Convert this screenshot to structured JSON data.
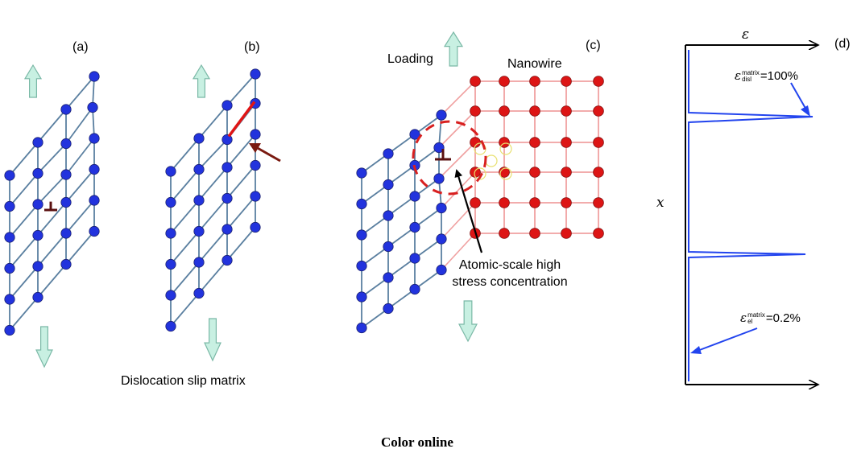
{
  "panels": {
    "a": {
      "label": "(a)"
    },
    "b": {
      "label": "(b)"
    },
    "c": {
      "label": "(c)"
    },
    "d": {
      "label": "(d)"
    }
  },
  "caption_ab": "Dislocation slip matrix",
  "panel_c": {
    "loading": "Loading",
    "nanowire": "Nanowire",
    "callout_line1": "Atomic-scale high",
    "callout_line2": "stress concentration"
  },
  "panel_d": {
    "x_axis_symbol": "ε",
    "y_axis_symbol": "x",
    "dislocation_strain": {
      "symbol": "ε",
      "sup": "matrix",
      "sub": "disl",
      "value": "=100%"
    },
    "elastic_strain": {
      "symbol": "ε",
      "sup": "matrix",
      "sub": "el",
      "value": "=0.2%"
    }
  },
  "footer": "Color online",
  "colors": {
    "atom_blue": "#2233dd",
    "bond_blue": "#5a7fa0",
    "atom_red": "#dd1515",
    "bond_pink": "#f0a0a0",
    "arrow_fill": "#c8f0e2",
    "dislocation": "#5a1010",
    "highlight_red": "#e01515",
    "pointer_brown": "#7a1a10",
    "strain_blue": "#2244ee",
    "dash_red": "#d82020"
  },
  "icons": [
    "up-arrow-icon",
    "down-arrow-icon",
    "dislocation-symbol-icon"
  ]
}
